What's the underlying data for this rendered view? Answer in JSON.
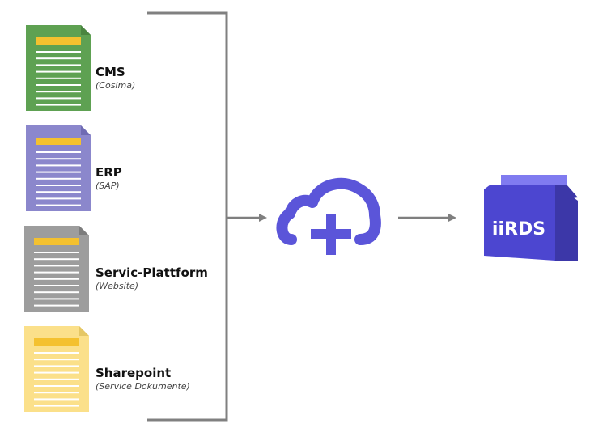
{
  "sources": [
    {
      "name": "CMS",
      "detail": "(Cosima)",
      "color": "#5ea152",
      "fold": "#4a8540",
      "icon": "document-icon"
    },
    {
      "name": "ERP",
      "detail": "(SAP)",
      "color": "#8b87cc",
      "fold": "#6f6bb3",
      "icon": "document-icon"
    },
    {
      "name": "Servic-Plattform",
      "detail": "(Website)",
      "color": "#9d9d9d",
      "fold": "#7d7d7d",
      "icon": "document-icon"
    },
    {
      "name": "Sharepoint",
      "detail": "(Service Dokumente)",
      "color": "#fbe08a",
      "fold": "#e5c765",
      "icon": "document-icon"
    }
  ],
  "colors": {
    "doc_header": "#f4c12f",
    "doc_lines": "#ffffff",
    "bracket": "#808080",
    "arrow": "#7f7f7f",
    "cloud": "#5b55d9",
    "box_front": "#4c46d0",
    "box_side": "#3c37a8",
    "box_top": "#807bf0"
  },
  "cloud": {
    "icon": "cloud-plus-icon"
  },
  "target": {
    "label": "iiRDS",
    "icon": "package-box-icon"
  }
}
